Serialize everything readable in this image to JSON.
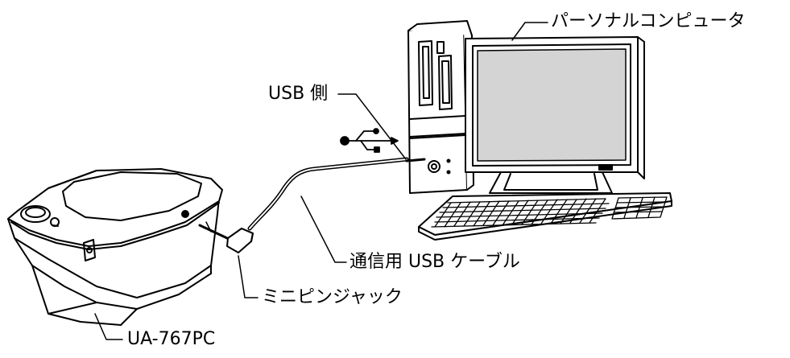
{
  "labels": {
    "computer": "パーソナルコンピュータ",
    "usb_side": "USB 側",
    "cable": "通信用 USB ケーブル",
    "mini_jack": "ミニピンジャック",
    "device": "UA-767PC"
  },
  "colors": {
    "line": "#000000",
    "screen": "#d4d4d4",
    "background": "#ffffff"
  },
  "icons": [
    "usb-symbol-icon"
  ]
}
